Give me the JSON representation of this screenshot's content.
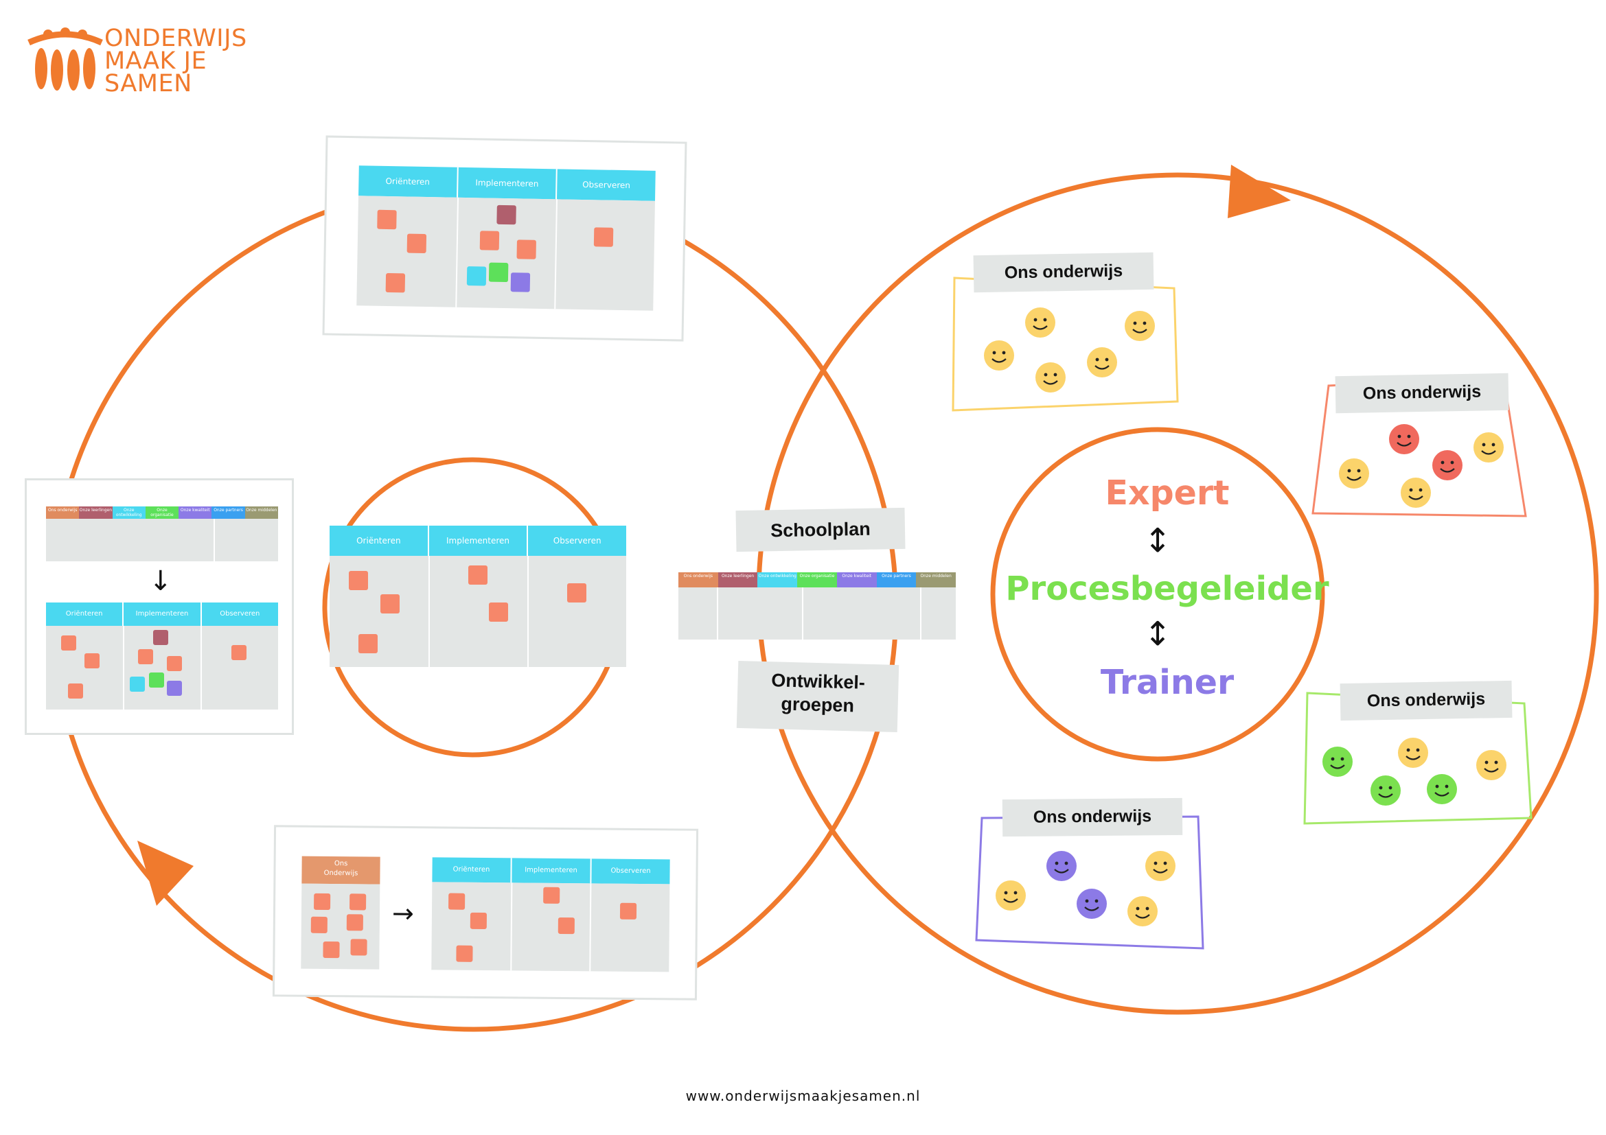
{
  "logo": {
    "line1": "ONDERWIJS",
    "line2": "MAAK JE",
    "line3": "SAMEN",
    "color": "#f07a2d"
  },
  "colors": {
    "orange": "#f07a2d",
    "header_cyan": "#4ad8f0",
    "board_grey": "#e3e6e5",
    "note_salmon": "#f6876a",
    "note_mauve": "#b05f6d",
    "note_cyan": "#4ad8f0",
    "note_green": "#5de05a",
    "note_purple": "#8c7ae6",
    "smiley_yellow": "#fbd36b",
    "smiley_red": "#f0695d",
    "smiley_green": "#7be04f",
    "smiley_purple": "#8c7ae6"
  },
  "phases": [
    "Oriënteren",
    "Implementeren",
    "Observeren"
  ],
  "domains": [
    {
      "label": "Ons onderwijs",
      "color": "#e08b5e"
    },
    {
      "label": "Onze leerlingen",
      "color": "#b05f6d"
    },
    {
      "label": "Onze ontwikkeling",
      "color": "#4ad8f0"
    },
    {
      "label": "Onze organisatie",
      "color": "#5de05a"
    },
    {
      "label": "Onze kwaliteit",
      "color": "#8c7ae6"
    },
    {
      "label": "Onze partners",
      "color": "#3aa0f0"
    },
    {
      "label": "Onze middelen",
      "color": "#9a9a72"
    }
  ],
  "center_tags": {
    "schoolplan": "Schoolplan",
    "ontwikkelgroepen_1": "Ontwikkel-",
    "ontwikkelgroepen_2": "groepen"
  },
  "ons_onderwijs_board": {
    "header_1": "Ons",
    "header_2": "Onderwijs",
    "color": "#e4986d"
  },
  "arrow_symbol": "→",
  "down_arrow_symbol": "↓",
  "updown_symbol": "↕",
  "teams": [
    {
      "label": "Ons onderwijs",
      "border": "#fbd36b"
    },
    {
      "label": "Ons onderwijs",
      "border": "#f6876a"
    },
    {
      "label": "Ons onderwijs",
      "border": "#a6e96a"
    },
    {
      "label": "Ons onderwijs",
      "border": "#8c7ae6"
    }
  ],
  "roles": {
    "expert": {
      "label": "Expert",
      "color": "#f6876a"
    },
    "procesbegeleider": {
      "label": "Procesbegeleider",
      "color": "#7be04f"
    },
    "trainer": {
      "label": "Trainer",
      "color": "#8c7ae6"
    }
  },
  "footer": "www.onderwijsmaakjesamen.nl"
}
